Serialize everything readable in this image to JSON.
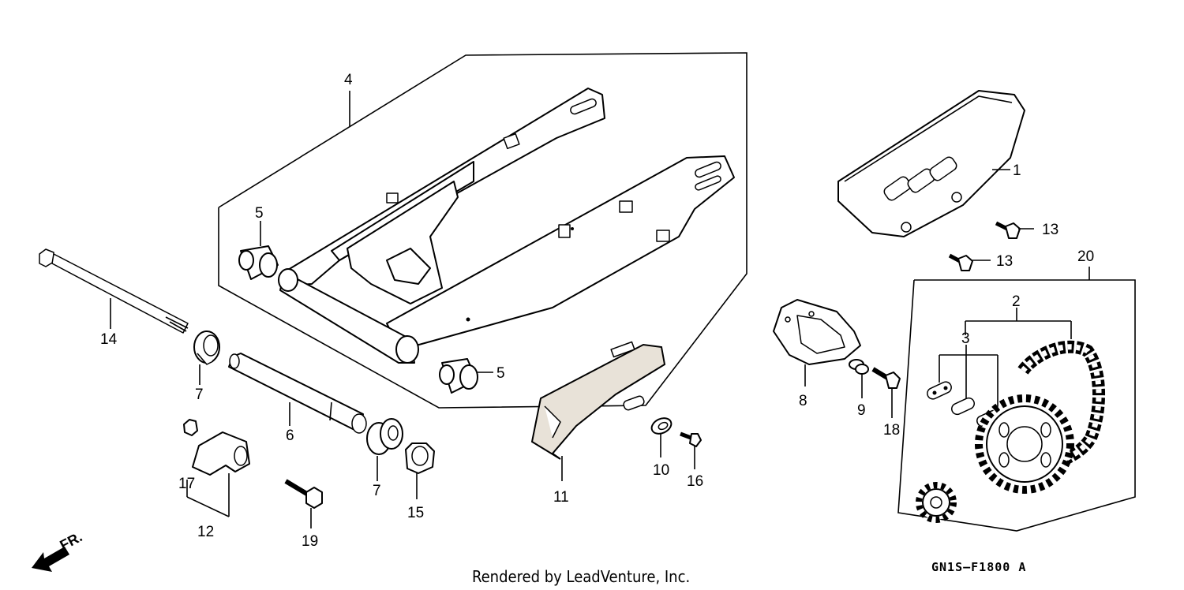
{
  "callouts": {
    "c1": "1",
    "c2": "2",
    "c3": "3",
    "c4": "4",
    "c5a": "5",
    "c5b": "5",
    "c6": "6",
    "c7a": "7",
    "c7b": "7",
    "c8": "8",
    "c9": "9",
    "c10": "10",
    "c11": "11",
    "c12": "12",
    "c13a": "13",
    "c13b": "13",
    "c14": "14",
    "c15": "15",
    "c16": "16",
    "c17": "17",
    "c18": "18",
    "c19": "19",
    "c20": "20"
  },
  "footer": {
    "credit": "Rendered by LeadVenture, Inc.",
    "diagram_code": "GN1S—F1800 A"
  },
  "direction_indicator": "FR.",
  "icons": {
    "direction": "front-direction-arrow-icon"
  }
}
